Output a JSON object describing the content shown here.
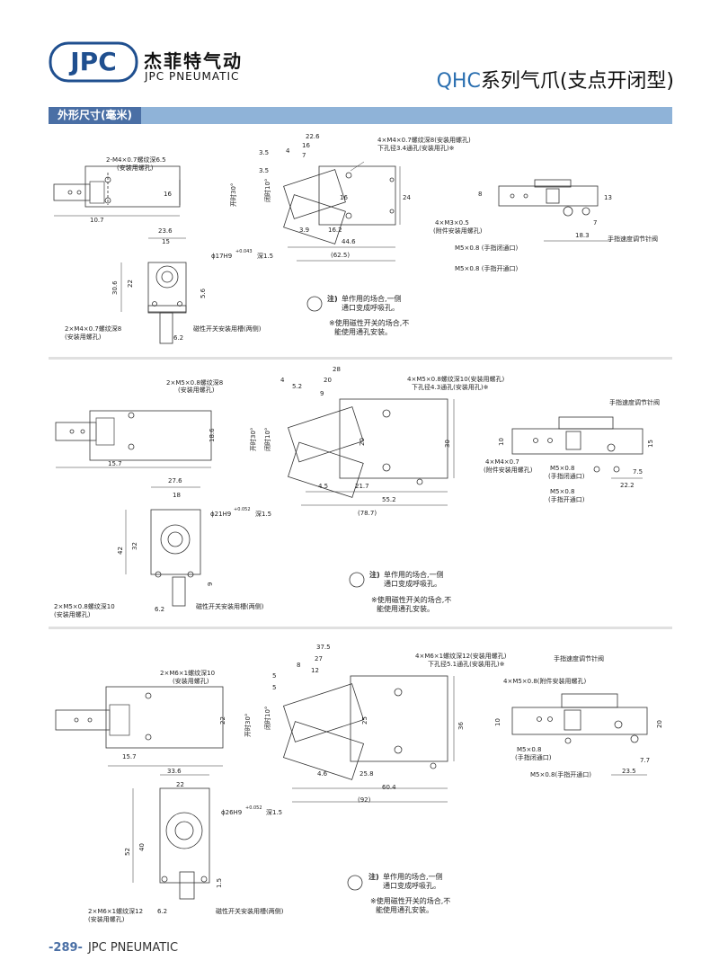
{
  "header": {
    "logo_text": "JPC",
    "company_cn": "杰菲特气动",
    "company_en": "JPC PNEUMATIC",
    "title_code": "QHC",
    "title_rest": "系列气爪(支点开闭型)"
  },
  "section": {
    "label": "外形尺寸(毫米)"
  },
  "drawings": [
    {
      "labels": {
        "thread_top": "2-M4×0.7螺纹深6.5",
        "thread_top_sub": "(安装用螺孔)",
        "d16": "16",
        "d10_7": "10.7",
        "d22_6": "22.6",
        "d16b": "16",
        "d4": "4",
        "d7": "7",
        "d3_5": "3.5",
        "d3_5b": "3.5",
        "open": "开时30°",
        "close": "闭时10°",
        "d16v": "16",
        "d24": "24",
        "d3_9": "3.9",
        "d16_2": "16.2",
        "d44_6": "44.6",
        "d62_5": "(62.5)",
        "thread_r1": "4×M4×0.7螺纹深8(安装用螺孔)",
        "thread_r2": "下孔径3.4通孔(安装用孔)※",
        "d8": "8",
        "d13": "13",
        "m3": "4×M3×0.5",
        "m3_sub": "(附件安装用螺孔)",
        "d18_3": "18.3",
        "d7b": "7",
        "valve": "手指速度调节针阀",
        "port_close": "M5×0.8 (手指闭通口)",
        "port_open": "M5×0.8 (手指开通口)",
        "d23_6": "23.6",
        "d15": "15",
        "d30_6": "30.6",
        "d22": "22",
        "phi": "ϕ17H9",
        "phi_tol": "+0.043",
        "phi_depth": "深1.5",
        "d5_6": "5.6",
        "d6_2": "6.2",
        "thread_b": "2×M4×0.7螺纹深8",
        "thread_b_sub": "(安装用螺孔)",
        "mag": "磁性开关安装用槽(两侧)",
        "note_title": "注)",
        "note1": "单作用的场合,一侧",
        "note2": "通口变成呼吸孔。",
        "note3": "※使用磁性开关的场合,不",
        "note4": "能使用通孔安装。"
      }
    },
    {
      "labels": {
        "thread_top": "2×M5×0.8螺纹深8",
        "thread_top_sub": "(安装用螺孔)",
        "d18_6": "18.6",
        "d15_7": "15.7",
        "d28": "28",
        "d20": "20",
        "d9": "9",
        "d5_2": "5.2",
        "d4": "4",
        "open": "开时30°",
        "close": "闭时10°",
        "d20v": "20",
        "d30": "30",
        "d4_5": "4.5",
        "d21_7": "21.7",
        "d55_2": "55.2",
        "d78_7": "(78.7)",
        "thread_r1": "4×M5×0.8螺纹深10(安装用螺孔)",
        "thread_r2": "下孔径4.3通孔(安装用孔)※",
        "valve": "手指速度调节针阀",
        "d10": "10",
        "d15": "15",
        "m4": "4×M4×0.7",
        "m4_sub": "(附件安装用螺孔)",
        "port_close": "M5×0.8",
        "port_close_sub": "(手指闭通口)",
        "port_open": "M5×0.8",
        "port_open_sub": "(手指开通口)",
        "d7_5": "7.5",
        "d22_2": "22.2",
        "d27_6": "27.6",
        "d18": "18",
        "d42": "42",
        "d32": "32",
        "phi": "ϕ21H9",
        "phi_tol": "+0.052",
        "phi_depth": "深1.5",
        "d9b": "9",
        "d6_2": "6.2",
        "thread_b": "2×M5×0.8螺纹深10",
        "thread_b_sub": "(安装用螺孔)",
        "mag": "磁性开关安装用槽(两侧)",
        "note_title": "注)",
        "note1": "单作用的场合,一侧",
        "note2": "通口变成呼吸孔。",
        "note3": "※使用磁性开关的场合,不",
        "note4": "能使用通孔安装。"
      }
    },
    {
      "labels": {
        "thread_top": "2×M6×1螺纹深10",
        "thread_top_sub": "(安装用螺孔)",
        "d22": "22",
        "d15_7": "15.7",
        "d37_5": "37.5",
        "d27": "27",
        "d12": "12",
        "d8": "8",
        "d5": "5",
        "d5b": "5",
        "open": "开时30°",
        "close": "闭时10°",
        "d25": "25",
        "d36": "36",
        "d4_6": "4.6",
        "d25_8": "25.8",
        "d60_4": "60.4",
        "d92": "(92)",
        "thread_r1": "4×M6×1螺纹深12(安装用螺孔)",
        "thread_r2": "下孔径5.1通孔(安装用孔)※",
        "valve": "手指速度调节针阀",
        "m5": "4×M5×0.8(附件安装用螺孔)",
        "d10": "10",
        "d20": "20",
        "port_close": "M5×0.8",
        "port_close_sub": "(手指闭通口)",
        "port_open": "M5×0.8(手指开通口)",
        "d7_7": "7.7",
        "d23_5": "23.5",
        "d33_6": "33.6",
        "d22b": "22",
        "d52": "52",
        "d40": "40",
        "phi": "ϕ26H9",
        "phi_tol": "+0.052",
        "phi_depth": "深1.5",
        "d1_5": "1.5",
        "d6_2": "6.2",
        "thread_b": "2×M6×1螺纹深12",
        "thread_b_sub": "(安装用螺孔)",
        "mag": "磁性开关安装用槽(两侧)",
        "note_title": "注)",
        "note1": "单作用的场合,一侧",
        "note2": "通口变成呼吸孔。",
        "note3": "※使用磁性开关的场合,不",
        "note4": "能使用通孔安装。"
      }
    }
  ],
  "footer": {
    "page": "-289-",
    "brand": "JPC PNEUMATIC"
  }
}
